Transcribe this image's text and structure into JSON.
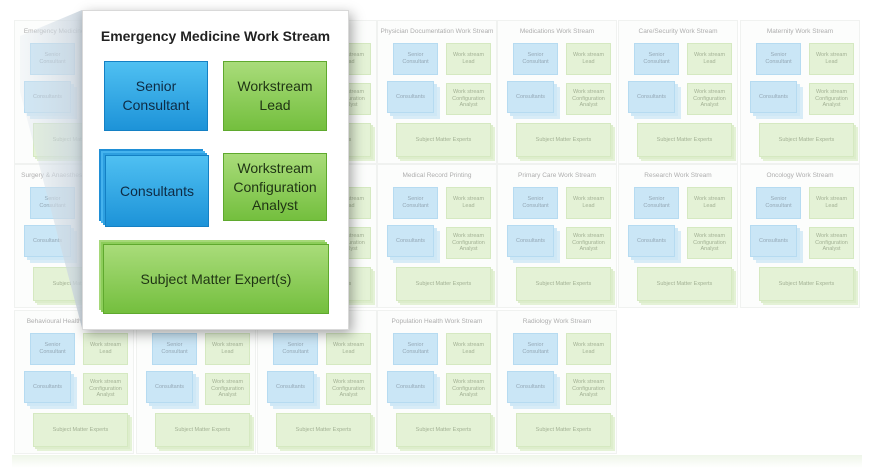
{
  "magnified": {
    "title": "Emergency Medicine Work Stream",
    "roles": {
      "senior_consultant": "Senior\nConsultant",
      "workstream_lead": "Workstream\nLead",
      "consultants": "Consultants",
      "config_analyst": "Workstream\nConfiguration\nAnalyst",
      "sme": "Subject Matter Expert(s)"
    }
  },
  "mini_labels": {
    "senior": "Senior Consultant",
    "lead": "Work stream Lead",
    "consultants": "Consultants",
    "analyst": "Work stream Configuration Analyst",
    "sme": "Subject Matter Experts"
  },
  "workstreams": [
    {
      "title": "Emergency Medicine Work Stream"
    },
    {
      "title": "Work Stream"
    },
    {
      "title": "Work Stream"
    },
    {
      "title": "Physician Documentation Work Stream"
    },
    {
      "title": "Medications Work Stream"
    },
    {
      "title": "Care/Security Work Stream"
    },
    {
      "title": "Maternity Work Stream"
    },
    {
      "title": "Surgery & Anaesthesia Work Stream"
    },
    {
      "title": "Work Stream"
    },
    {
      "title": "Work Stream"
    },
    {
      "title": "Medical Record Printing"
    },
    {
      "title": "Primary Care Work Stream"
    },
    {
      "title": "Research Work Stream"
    },
    {
      "title": "Oncology Work Stream"
    },
    {
      "title": "Behavioural Health Work Stream"
    },
    {
      "title": "Work Stream"
    },
    {
      "title": "Work Stream"
    },
    {
      "title": "Population Health Work Stream"
    },
    {
      "title": "Radiology Work Stream"
    }
  ],
  "colors": {
    "consultant_blue": "#1d93d8",
    "workstream_green": "#74bf3e"
  }
}
